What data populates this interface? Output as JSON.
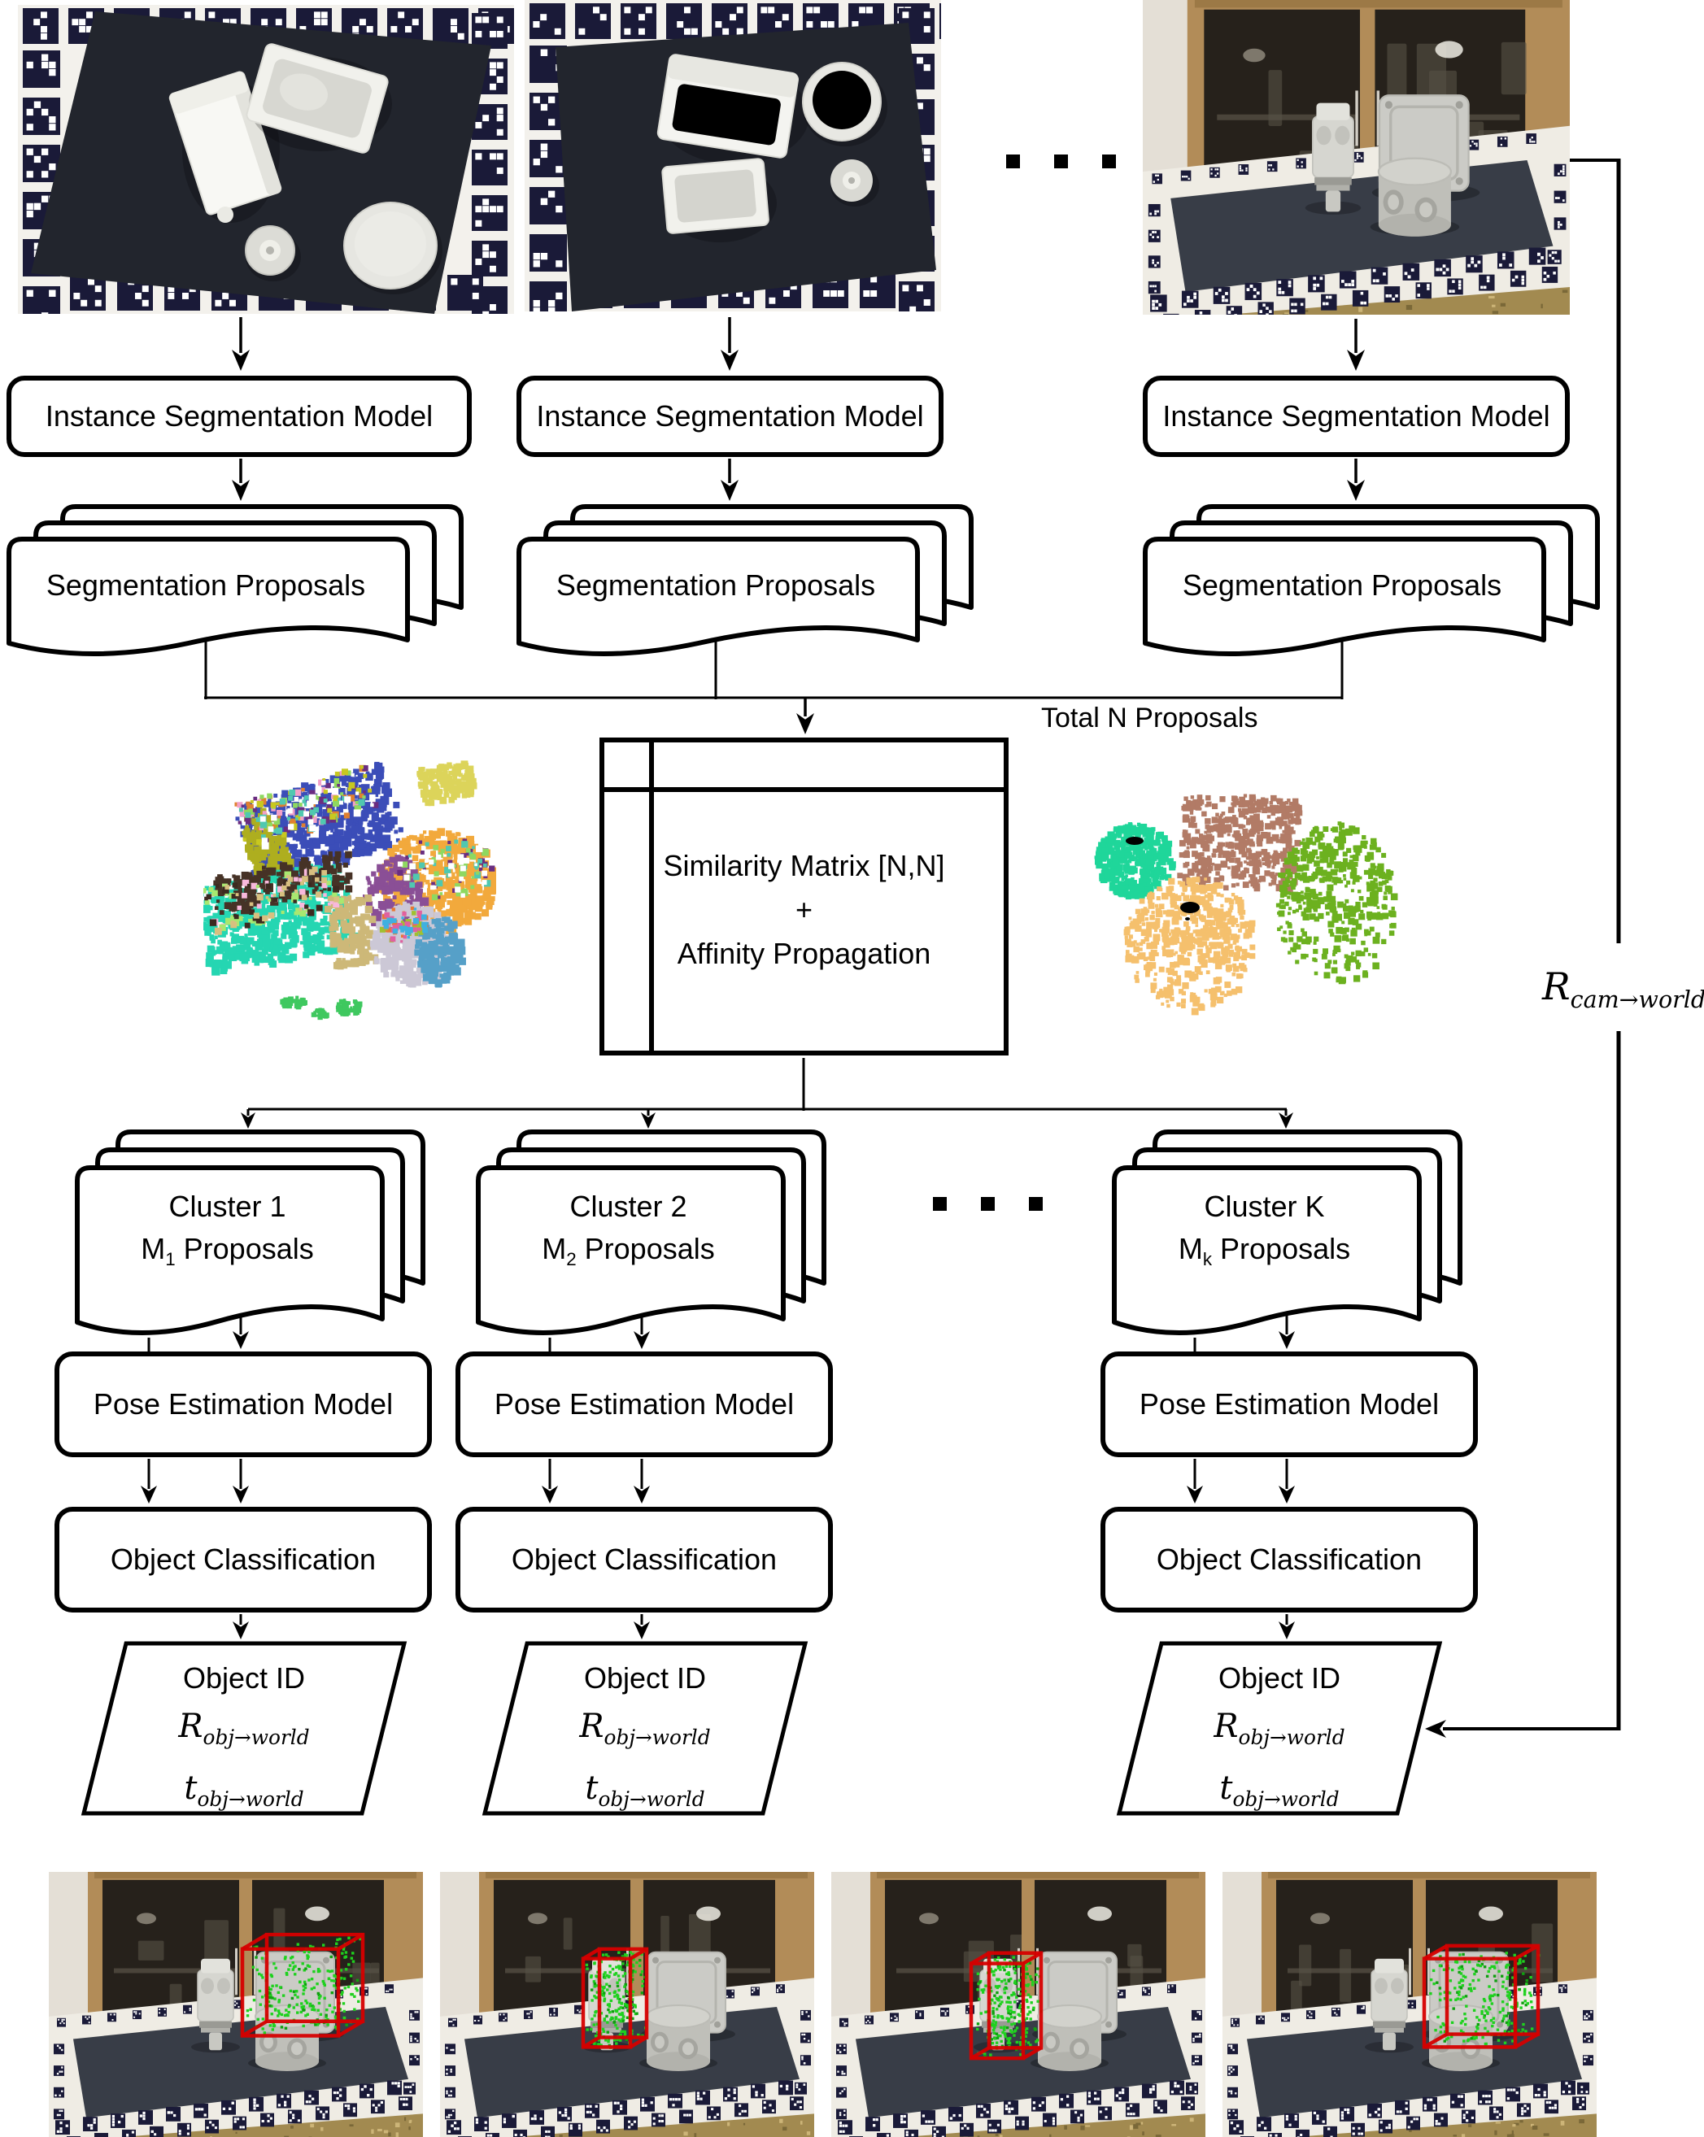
{
  "labels": {
    "ism": "Instance Segmentation Model",
    "seg": "Segmentation Proposals",
    "total": "Total N Proposals",
    "matrix_line1": "Similarity Matrix [N,N]",
    "matrix_plus": "+",
    "matrix_line2": "Affinity Propagation",
    "pose": "Pose Estimation Model",
    "oc": "Object Classification",
    "object_id": "Object ID"
  },
  "math": {
    "r_cam_base": "R",
    "r_cam_sub": "cam→world",
    "r_obj_base": "R",
    "r_obj_sub": "obj→world",
    "t_obj_base": "t",
    "t_obj_sub": "obj→world"
  },
  "clusters": [
    {
      "title": "Cluster 1",
      "m_base": "M",
      "m_sub": "1",
      "m_rest": " Proposals"
    },
    {
      "title": "Cluster 2",
      "m_base": "M",
      "m_sub": "2",
      "m_rest": " Proposals"
    },
    {
      "title": "Cluster K",
      "m_base": "M",
      "m_sub": "k",
      "m_rest": " Proposals"
    }
  ],
  "colors": {
    "marker_navy": "#1a1a38",
    "mat_topdown": "#22252d",
    "mat_scene": "#383d47",
    "cabinet_wood": "#b28c58",
    "glass_dark": "#26211b",
    "chipboard": "#a28a50",
    "overlay_red": "#d60000",
    "points_green": "#1fd11f",
    "cloud_left": [
      "#3b4db8",
      "#25d6b2",
      "#f2a93c",
      "#ccc8d6",
      "#dcd45a",
      "#3fc85f"
    ],
    "cloud_right": [
      "#1fd69a",
      "#b27b66",
      "#6cb11f",
      "#f5c06d"
    ]
  },
  "photos": {
    "bottom_overlays": [
      "large-box",
      "small-object",
      "small-object-alt",
      "large-box-alt"
    ]
  }
}
